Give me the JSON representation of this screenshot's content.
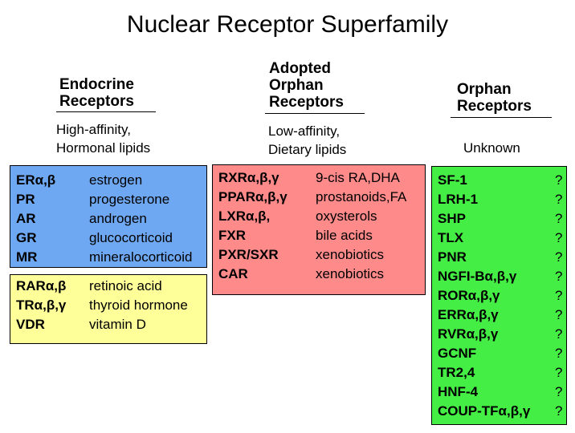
{
  "title": "Nuclear Receptor Superfamily",
  "columns": {
    "endocrine": {
      "header_line1": "Endocrine",
      "header_line2": "Receptors",
      "desc_line1": "High-affinity,",
      "desc_line2": "Hormonal lipids"
    },
    "adopted": {
      "header_line1": "Adopted",
      "header_line2": "Orphan",
      "header_line3": "Receptors",
      "desc_line1": "Low-affinity,",
      "desc_line2": "Dietary lipids"
    },
    "orphan": {
      "header_line1": "Orphan",
      "header_line2": "Receptors",
      "desc_line1": "Unknown"
    }
  },
  "colors": {
    "blue_box": "#6fa8f2",
    "yellow_box": "#ffff99",
    "red_box": "#ff8a8a",
    "green_box": "#44ee44"
  },
  "boxes": {
    "blue": [
      {
        "receptor": "ERα,β",
        "ligand": "estrogen"
      },
      {
        "receptor": "PR",
        "ligand": "progesterone"
      },
      {
        "receptor": "AR",
        "ligand": "androgen"
      },
      {
        "receptor": "GR",
        "ligand": "glucocorticoid"
      },
      {
        "receptor": "MR",
        "ligand": "mineralocorticoid"
      }
    ],
    "yellow": [
      {
        "receptor": "RARα,β",
        "ligand": "retinoic acid"
      },
      {
        "receptor": "TRα,β,γ",
        "ligand": "thyroid hormone"
      },
      {
        "receptor": "VDR",
        "ligand": "vitamin D"
      }
    ],
    "red": [
      {
        "receptor": "RXRα,β,γ",
        "ligand": "9-cis RA,DHA"
      },
      {
        "receptor": "PPARα,β,γ",
        "ligand": "prostanoids,FA"
      },
      {
        "receptor": "LXRα,β,",
        "ligand": "oxysterols"
      },
      {
        "receptor": "FXR",
        "ligand": "bile acids"
      },
      {
        "receptor": "PXR/SXR",
        "ligand": "xenobiotics"
      },
      {
        "receptor": "CAR",
        "ligand": "xenobiotics"
      }
    ],
    "green": [
      {
        "receptor": "SF-1",
        "ligand": "?"
      },
      {
        "receptor": "LRH-1",
        "ligand": "?"
      },
      {
        "receptor": "SHP",
        "ligand": "?"
      },
      {
        "receptor": "TLX",
        "ligand": "?"
      },
      {
        "receptor": "PNR",
        "ligand": "?"
      },
      {
        "receptor": "NGFI-Bα,β,γ",
        "ligand": "?"
      },
      {
        "receptor": "RORα,β,γ",
        "ligand": "?"
      },
      {
        "receptor": "ERRα,β,γ",
        "ligand": "?"
      },
      {
        "receptor": "RVRα,β,γ",
        "ligand": "?"
      },
      {
        "receptor": "GCNF",
        "ligand": "?"
      },
      {
        "receptor": "TR2,4",
        "ligand": "?"
      },
      {
        "receptor": "HNF-4",
        "ligand": "?"
      },
      {
        "receptor": "COUP-TFα,β,γ",
        "ligand": "?"
      }
    ]
  }
}
